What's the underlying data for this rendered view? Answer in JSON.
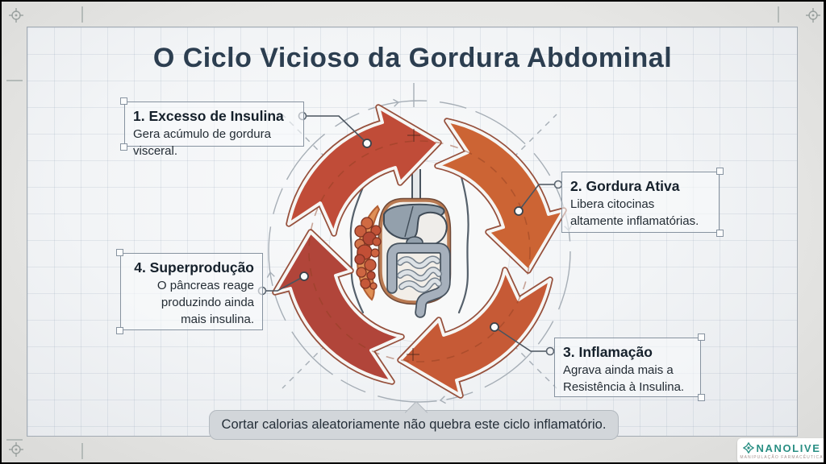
{
  "title": "O Ciclo Vicioso da Gordura Abdominal",
  "steps": [
    {
      "title": "1. Excesso de Insulina",
      "line1": "Gera acúmulo de gordura visceral."
    },
    {
      "title": "2. Gordura Ativa",
      "line1": "Libera citocinas",
      "line2": "altamente inflamatórias."
    },
    {
      "title": "3. Inflamação",
      "line1": "Agrava ainda mais a",
      "line2": "Resistência à Insulina."
    },
    {
      "title": "4. Superprodução",
      "line1": "O pâncreas reage",
      "line2": "produzindo ainda",
      "line3": "mais insulina."
    }
  ],
  "banner": {
    "text": "Cortar calorias aleatoriamente não quebra este ciclo inflamatório."
  },
  "logo": {
    "name": "NANOLIVE",
    "tagline": "MANIPULAÇÃO FARMACÊUTICA"
  },
  "colors": {
    "title_text": "#2c3e50",
    "arrow_top": "#c04c38",
    "arrow_right": "#cc6434",
    "arrow_bottom": "#c65a36",
    "arrow_left": "#b1453a",
    "brand_teal": "#2a8f84",
    "cavity_brown": "#b97a52",
    "organ_gray": "#93a0ac"
  }
}
